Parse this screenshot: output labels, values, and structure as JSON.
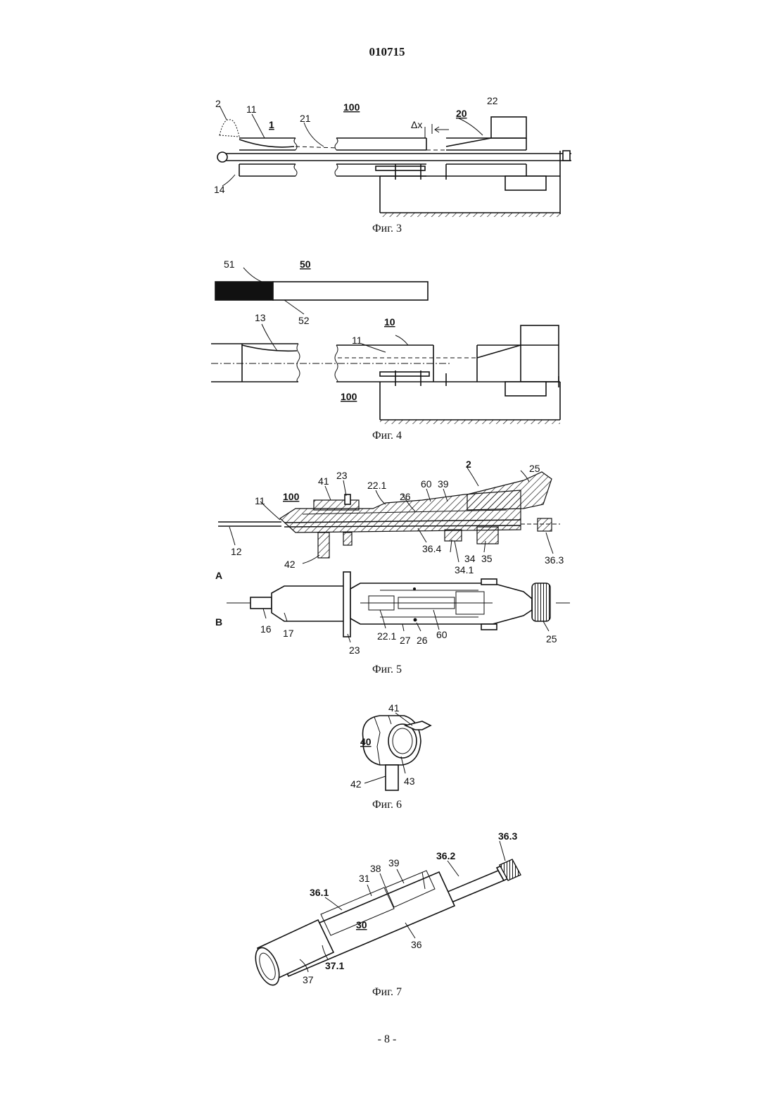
{
  "header": {
    "doc_number": "010715"
  },
  "footer": {
    "page_number": "- 8 -"
  },
  "figures": {
    "fig3": {
      "caption": "Фиг. 3",
      "labels": {
        "l2": "2",
        "l11": "11",
        "l1": "1",
        "l21": "21",
        "l100": "100",
        "ldx": "Δx",
        "l20": "20",
        "l22": "22",
        "l14": "14"
      }
    },
    "fig4": {
      "caption": "Фиг. 4",
      "labels": {
        "l51": "51",
        "l50": "50",
        "l52": "52",
        "l13": "13",
        "l11": "11",
        "l10": "10",
        "l100": "100"
      }
    },
    "fig5": {
      "caption": "Фиг. 5",
      "labels": {
        "l2": "2",
        "l25": "25",
        "l41": "41",
        "l23": "23",
        "l22_1": "22.1",
        "l60": "60",
        "l39": "39",
        "l100": "100",
        "l26": "26",
        "l11": "11",
        "l12": "12",
        "l42": "42",
        "l36_4": "36.4",
        "l34": "34",
        "l35": "35",
        "l34_1": "34.1",
        "l36_3": "36.3",
        "lA": "A",
        "lB": "B",
        "l16": "16",
        "l17": "17",
        "l23b": "23",
        "l22_1b": "22.1",
        "l27": "27",
        "l26b": "26",
        "l60b": "60",
        "l25b": "25"
      }
    },
    "fig6": {
      "caption": "Фиг. 6",
      "labels": {
        "l41": "41",
        "l40": "40",
        "l42": "42",
        "l43": "43"
      }
    },
    "fig7": {
      "caption": "Фиг. 7",
      "labels": {
        "l36_3": "36.3",
        "l36_2": "36.2",
        "l39": "39",
        "l38": "38",
        "l31": "31",
        "l36_1": "36.1",
        "l30": "30",
        "l36": "36",
        "l37_1": "37.1",
        "l37": "37"
      }
    }
  }
}
